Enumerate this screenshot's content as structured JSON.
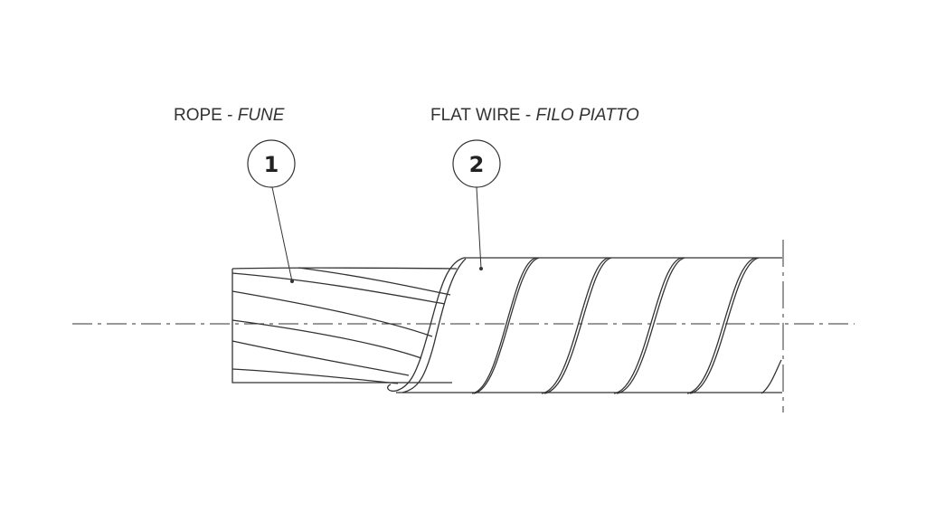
{
  "labels": [
    {
      "id": 1,
      "main": "ROPE - ",
      "translation": "FUNE",
      "callout": "1"
    },
    {
      "id": 2,
      "main": "FLAT WIRE - ",
      "translation": "FILO PIATTO",
      "callout": "2"
    }
  ],
  "colors": {
    "line": "#333333",
    "background": "#ffffff"
  }
}
